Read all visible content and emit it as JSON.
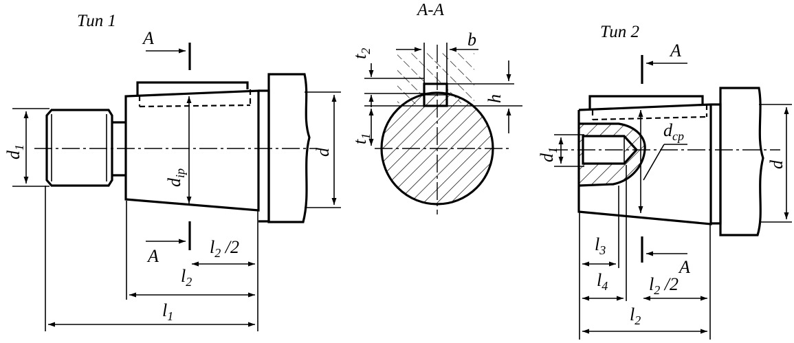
{
  "titles": {
    "type1": "Тип 1",
    "section": "А-А",
    "type2": "Тип 2"
  },
  "labels": {
    "section_mark": "А",
    "d1_main": "d",
    "d1_sub": "1",
    "dip_main": "d",
    "dip_sub": "ip",
    "d": "d",
    "l2half_main": "l",
    "l2half_sub": "2",
    "l2half_suffix": " /2",
    "l2_main": "l",
    "l2_sub": "2",
    "l1_main": "l",
    "l1_sub": "1",
    "t2_main": "t",
    "t2_sub": "2",
    "t1_main": "t",
    "t1_sub": "1",
    "b": "b",
    "h": "h",
    "dcp_main": "d",
    "dcp_sub": "cp",
    "l3_main": "l",
    "l3_sub": "3",
    "l4_main": "l",
    "l4_sub": "4"
  }
}
